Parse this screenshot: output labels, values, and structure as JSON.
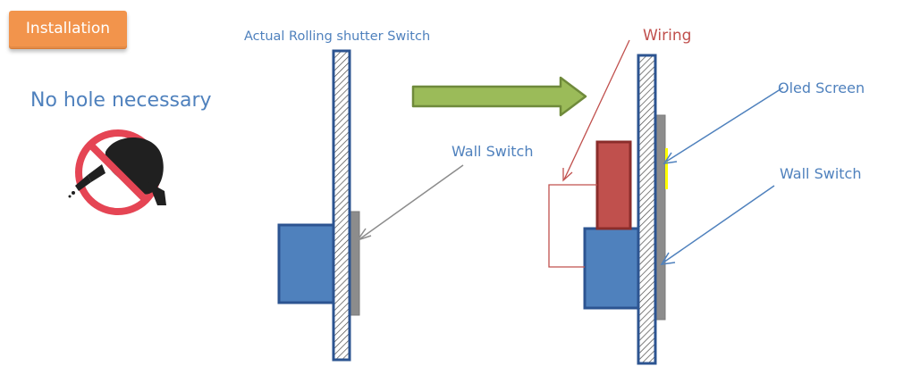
{
  "badge": {
    "label": "Installation"
  },
  "headline": "No hole necessary",
  "labels": {
    "actual_switch": "Actual Rolling shutter Switch",
    "wall_switch_left": "Wall Switch",
    "wiring": "Wiring",
    "oled_screen": "Oled Screen",
    "wall_switch_right": "Wall Switch"
  },
  "icons": {
    "no_drill": "no-drill-icon",
    "arrow": "right-arrow-icon"
  },
  "colors": {
    "badge": "#f2944c",
    "headline": "#4f81bd",
    "label_blue": "#4f81bd",
    "wiring_red": "#c0504d",
    "switch_blue": "#4f81bd",
    "switch_blue_border": "#2c5491",
    "red_box": "#c0504d",
    "red_box_border": "#8b2d2b",
    "wall_plate": "#8c8c8c",
    "arrow_green": "#9bbb59",
    "arrow_green_border": "#6f8a3b",
    "oled": "#ffff00"
  }
}
